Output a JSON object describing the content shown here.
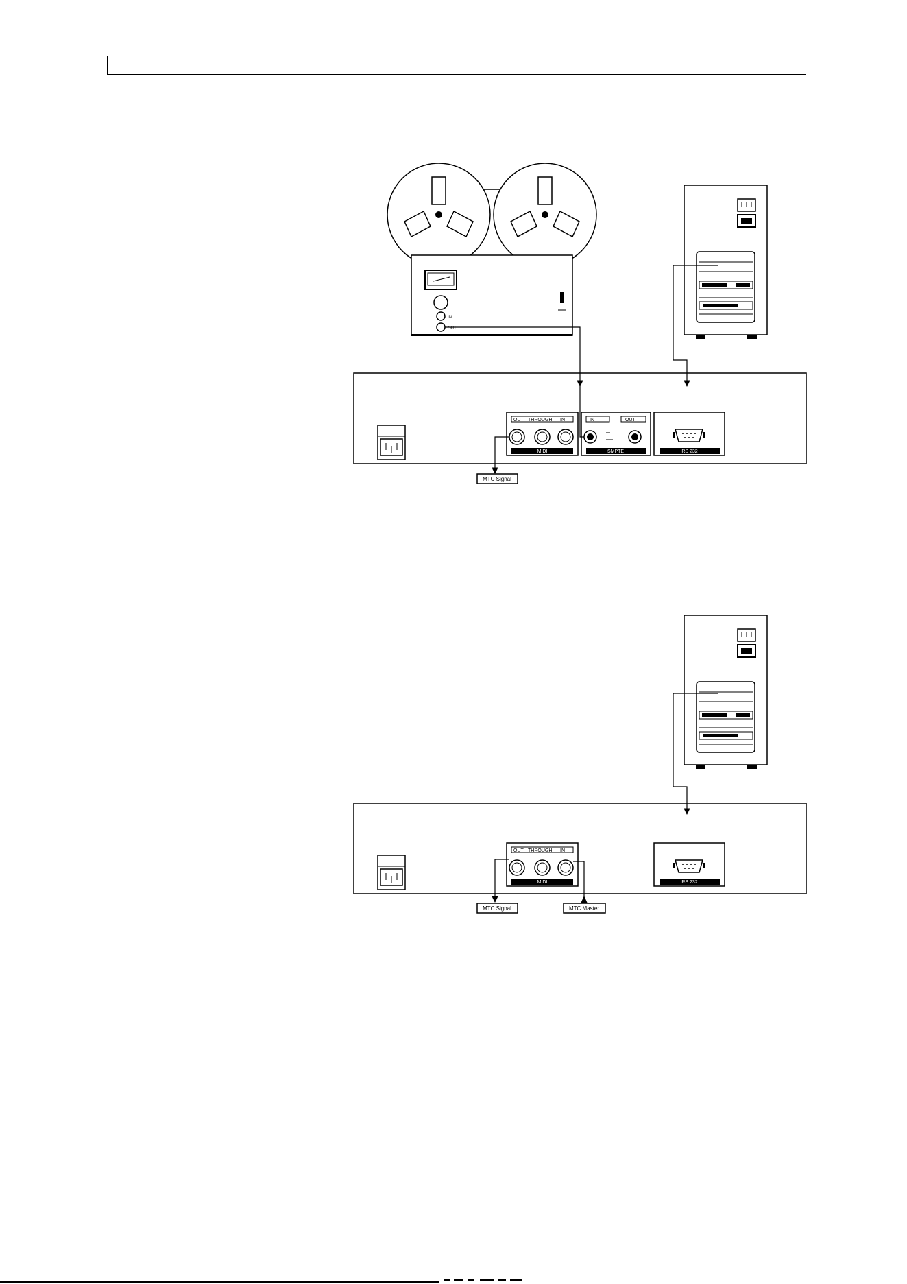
{
  "diagram1": {
    "tape": {
      "in_label": "IN",
      "out_label": "OUT"
    },
    "midi": {
      "out": "OUT",
      "through": "THROUGH",
      "in": "IN",
      "name": "MIDI"
    },
    "smpte": {
      "in": "IN",
      "out": "OUT",
      "name": "SMPTE"
    },
    "rs232": {
      "name": "RS 232"
    },
    "callout": "MTC Signal"
  },
  "diagram2": {
    "midi": {
      "out": "OUT",
      "through": "THROUGH",
      "in": "IN",
      "name": "MIDI"
    },
    "rs232": {
      "name": "RS 232"
    },
    "callout_signal": "MTC Signal",
    "callout_master": "MTC Master"
  },
  "colors": {
    "ink": "#000000",
    "paper": "#ffffff"
  }
}
